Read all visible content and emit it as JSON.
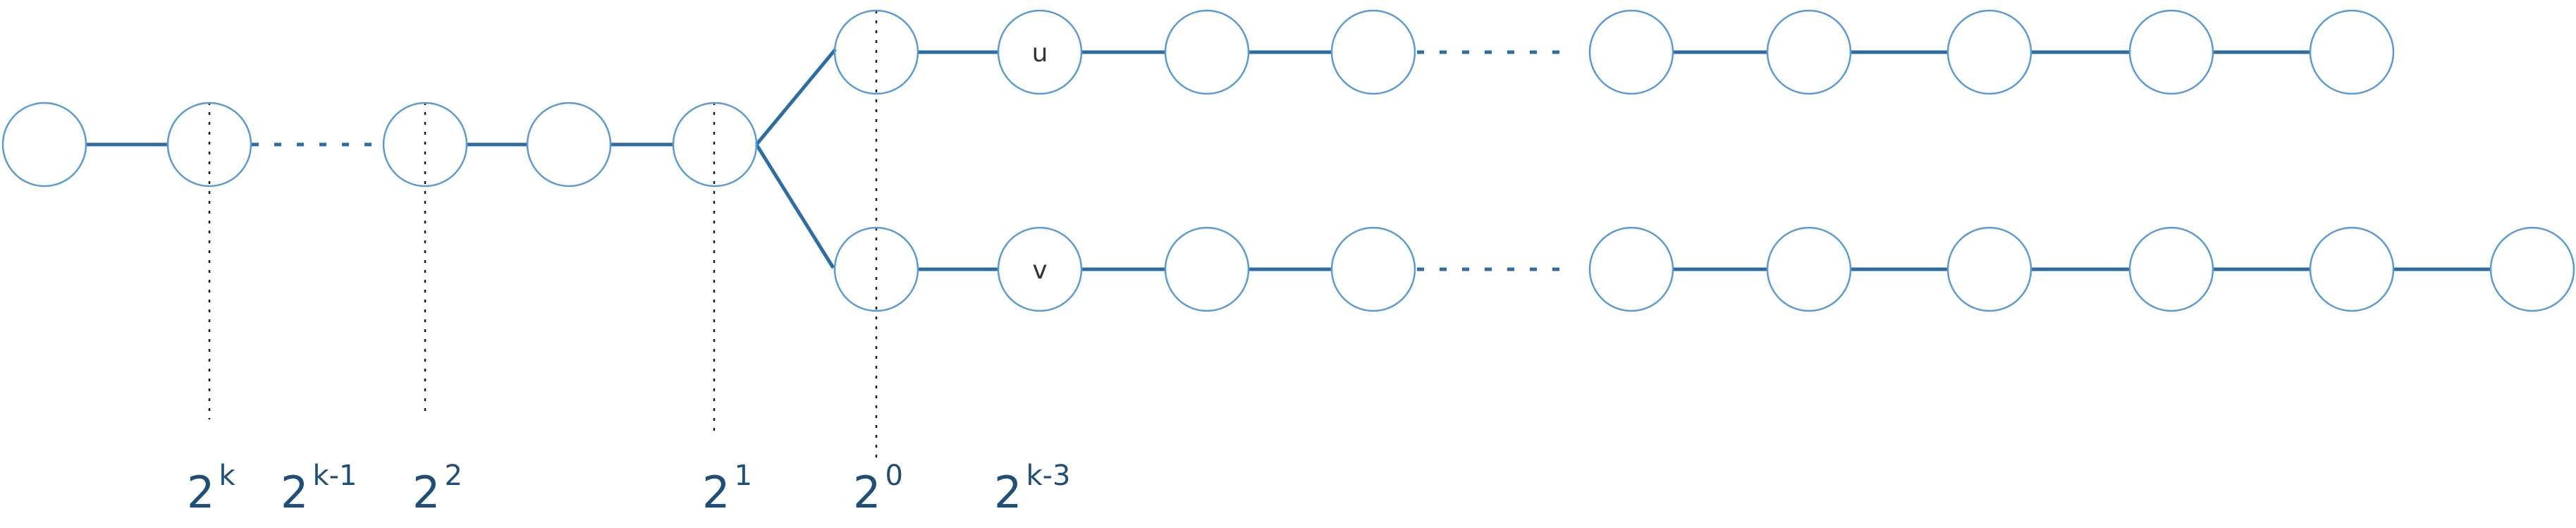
{
  "node_labels": {
    "u": "u",
    "v": "v"
  },
  "level_labels": [
    {
      "base": "2",
      "exp": "k"
    },
    {
      "base": "2",
      "exp": "k-1"
    },
    {
      "base": "2",
      "exp": "2"
    },
    {
      "base": "2",
      "exp": "1"
    },
    {
      "base": "2",
      "exp": "0"
    },
    {
      "base": "2",
      "exp": "k-3"
    }
  ],
  "colors": {
    "edge": "#2e6da4",
    "node_stroke": "#5b9bd5",
    "label": "#1f4e79"
  }
}
